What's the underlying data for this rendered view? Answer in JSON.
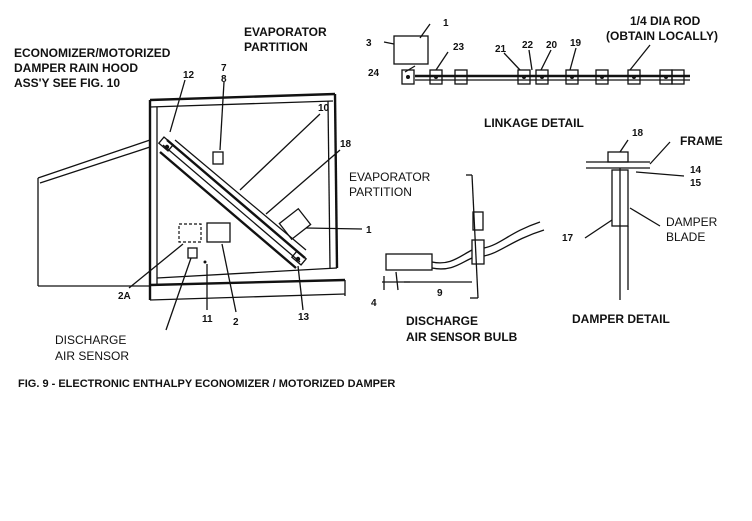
{
  "labels": {
    "evaporator_partition_1": "EVAPORATOR",
    "evaporator_partition_2": "PARTITION",
    "rain_hood_1": "ECONOMIZER/MOTORIZED",
    "rain_hood_2": "DAMPER RAIN HOOD",
    "rain_hood_3": "ASS'Y SEE FIG. 10",
    "rod_1": "1/4 DIA ROD",
    "rod_2": "(OBTAIN LOCALLY)",
    "linkage_detail": "LINKAGE DETAIL",
    "frame": "FRAME",
    "damper_blade_1": "DAMPER",
    "damper_blade_2": "BLADE",
    "evap_partition_b_1": "EVAPORATOR",
    "evap_partition_b_2": "PARTITION",
    "discharge_air_sensor_1": "DISCHARGE",
    "discharge_air_sensor_2": "AIR SENSOR",
    "discharge_bulb_1": "DISCHARGE",
    "discharge_bulb_2": "AIR SENSOR BULB",
    "damper_detail": "DAMPER DETAIL",
    "figure_caption": "FIG. 9 - ELECTRONIC ENTHALPY ECONOMIZER / MOTORIZED DAMPER"
  },
  "callouts": {
    "n3": "3",
    "n1a": "1",
    "n23": "23",
    "n24": "24",
    "n21": "21",
    "n22": "22",
    "n20": "20",
    "n19": "19",
    "n12": "12",
    "n7": "7",
    "n8": "8",
    "n10": "10",
    "n18a": "18",
    "n1b": "1",
    "n2A": "2A",
    "n11": "11",
    "n2": "2",
    "n13": "13",
    "n4": "4",
    "n9": "9",
    "n18b": "18",
    "n14": "14",
    "n15": "15",
    "n17": "17"
  }
}
